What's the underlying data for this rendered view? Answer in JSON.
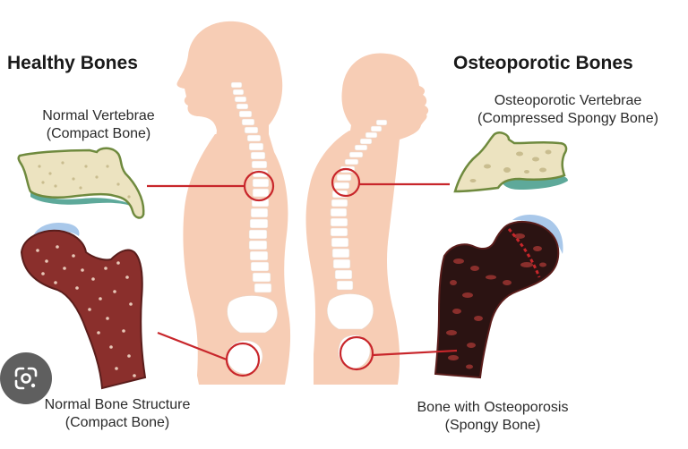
{
  "headings": {
    "left": "Healthy Bones",
    "right": "Osteoporotic Bones"
  },
  "labels": {
    "normal_vertebrae": [
      "Normal Vertebrae",
      "(Compact Bone)"
    ],
    "osteo_vertebrae": [
      "Osteoporotic Vertebrae",
      "(Compressed Spongy Bone)"
    ],
    "normal_structure": [
      "Normal Bone Structure",
      "(Compact Bone)"
    ],
    "osteo_structure": [
      "Bone with Osteoporosis",
      "(Spongy Bone)"
    ]
  },
  "colors": {
    "skin": "#f7cdb5",
    "callout_red": "#c8262b",
    "bone_dark": "#5a1d1b",
    "bone_marrow": "#8a2f2c",
    "vertebra_fill": "#ece3c0",
    "vertebra_edge": "#6f8a3e",
    "disc_teal": "#5ea99a",
    "cartilage_blue": "#a9c8ea",
    "spine_white": "#ffffff"
  },
  "icons": {
    "lens": "google-lens-icon"
  }
}
